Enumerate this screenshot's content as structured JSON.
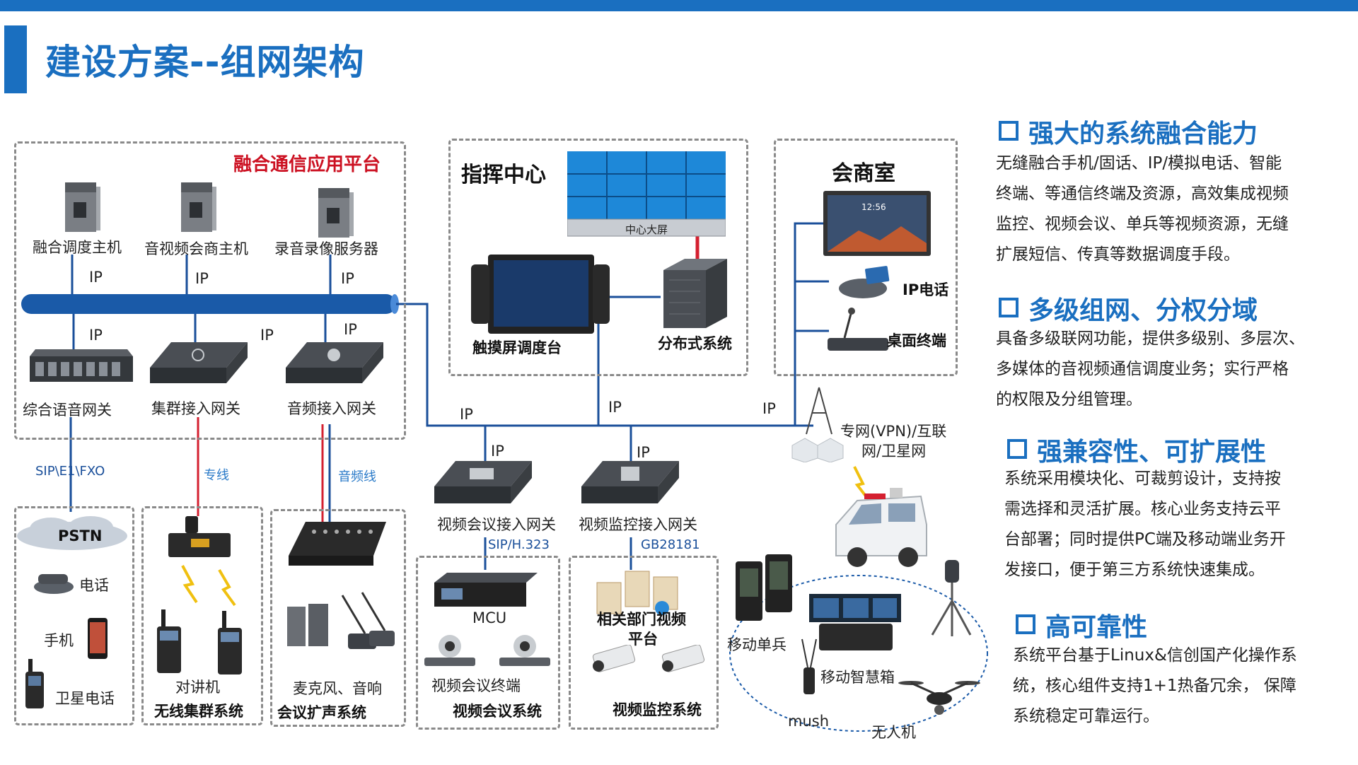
{
  "page_title": "建设方案--组网架构",
  "platform": {
    "title": "融合通信应用平台",
    "servers": [
      "融合调度主机",
      "音视频会商主机",
      "录音录像服务器"
    ],
    "gateways": [
      "综合语音网关",
      "集群接入网关",
      "音频接入网关"
    ]
  },
  "command_center": {
    "title": "指挥中心",
    "screen_label": "中心大屏",
    "touch_label": "触摸屏调度台",
    "dist_label": "分布式系统"
  },
  "meeting_room": {
    "title": "会商室",
    "clock": "12:56",
    "ip_phone": "IP电话",
    "desk_terminal": "桌面终端"
  },
  "ip_label": "IP",
  "links": {
    "pstn_link": "SIP\\E1\\FXO",
    "private_line": "专线",
    "audio_line": "音频线",
    "sip_h323": "SIP/H.323",
    "gb28181": "GB28181"
  },
  "network": {
    "line1": "专网(VPN)/互联",
    "line2": "网/卫星网"
  },
  "pstn_group": {
    "cloud": "PSTN",
    "phone": "电话",
    "mobile": "手机",
    "sat": "卫星电话"
  },
  "trunk_group": {
    "device": "对讲机",
    "title": "无线集群系统"
  },
  "audio_group": {
    "device": "麦克风、音响",
    "title": "会议扩声系统"
  },
  "video_gw": "视频会议接入网关",
  "monitor_gw": "视频监控接入网关",
  "vc_group": {
    "mcu": "MCU",
    "terminal": "视频会议终端",
    "title": "视频会议系统"
  },
  "mon_group": {
    "platform_l1": "相关部门视频",
    "platform_l2": "平台",
    "title": "视频监控系统"
  },
  "mobile_group": {
    "soldier": "移动单兵",
    "box": "移动智慧箱",
    "mesh": "mush",
    "drone": "无人机"
  },
  "features": [
    {
      "title": "强大的系统融合能力",
      "lines": [
        "无缝融合手机/固话、IP/模拟电话、智能",
        "终端、等通信终端及资源，高效集成视频",
        "监控、视频会议、单兵等视频资源，无缝",
        "扩展短信、传真等数据调度手段。"
      ]
    },
    {
      "title": "多级组网、分权分域",
      "lines": [
        "具备多级联网功能，提供多级别、多层次、",
        "多媒体的音视频通信调度业务；实行严格",
        "的权限及分组管理。"
      ]
    },
    {
      "title": "强兼容性、可扩展性",
      "lines": [
        "系统采用模块化、可裁剪设计，支持按",
        "需选择和灵活扩展。核心业务支持云平",
        "台部署；同时提供PC端及移动端业务开",
        "发接口，便于第三方系统快速集成。"
      ]
    },
    {
      "title": "高可靠性",
      "lines": [
        "系统平台基于Linux&信创国产化操作系",
        "统，核心组件支持1+1热备冗余， 保障",
        "系统稳定可靠运行。"
      ]
    }
  ],
  "colors": {
    "brand": "#1a6fc0",
    "red": "#cc1122",
    "line": "#1a4f9a"
  }
}
